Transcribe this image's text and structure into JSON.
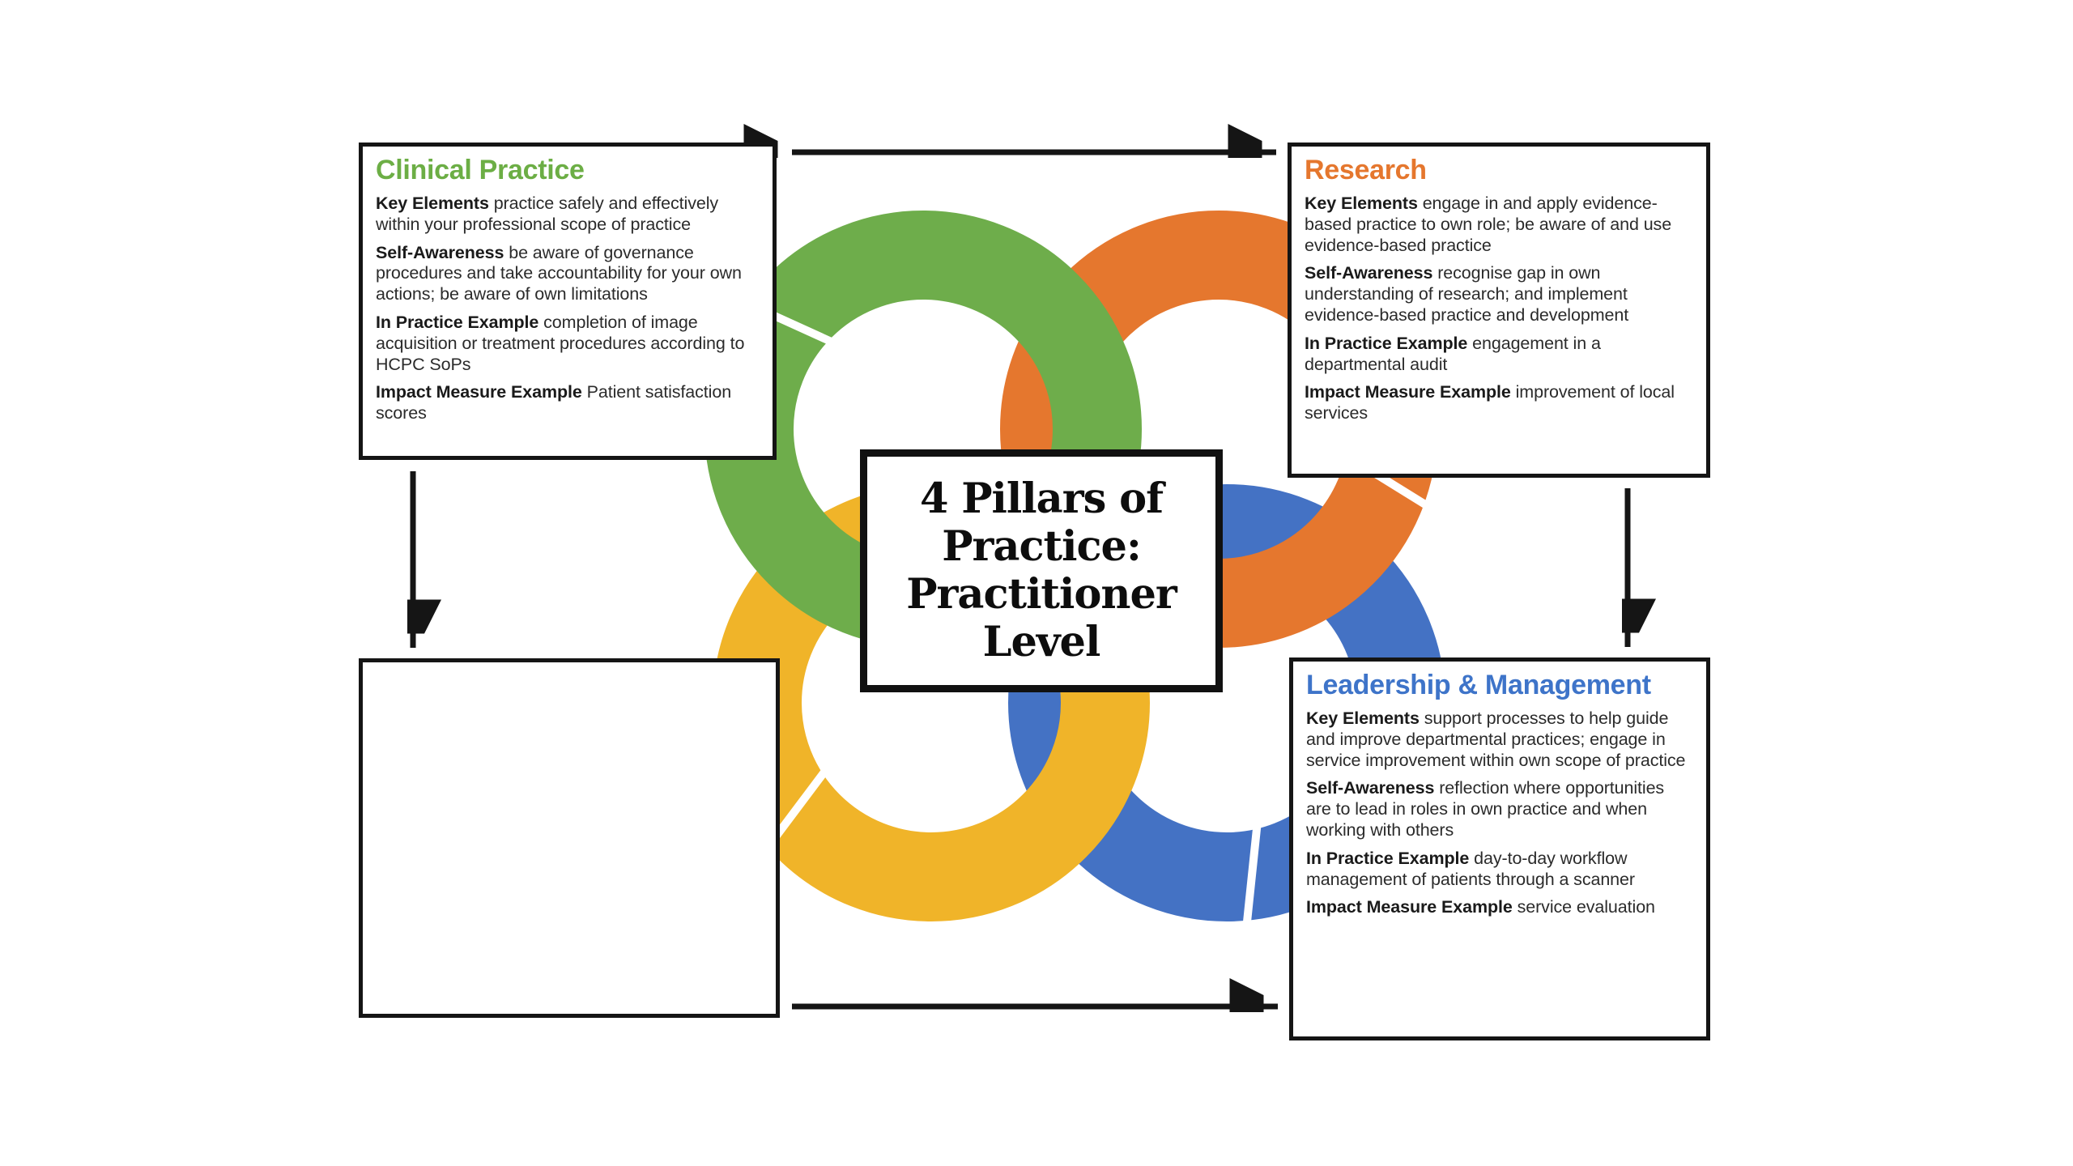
{
  "diagram_title": "4 Pillars of Practice: Practitioner Level",
  "title_box": {
    "lines": [
      "4 Pillars of",
      "Practice:",
      "Practitioner",
      "Level"
    ]
  },
  "palette": {
    "ring_green": "#6EAD4B",
    "ring_orange": "#E5772E",
    "ring_yellow": "#F0B429",
    "ring_blue": "#4472C4",
    "heading_green": "#6CAE45",
    "heading_orange": "#E5772E",
    "heading_blue": "#3E74C9",
    "line_black": "#151515"
  },
  "boxes": {
    "clinical": {
      "title": "Clinical Practice",
      "paragraphs": [
        {
          "lead": "Key Elements",
          "text": "practice safely and effectively within your professional scope of practice"
        },
        {
          "lead": "Self-Awareness",
          "text": "be aware of governance procedures and take accountability for your own actions; be aware of own limitations"
        },
        {
          "lead": "In Practice Example",
          "text": "completion of image acquisition or treatment procedures according to HCPC SoPs"
        },
        {
          "lead": "Impact Measure Example",
          "text": "Patient satisfaction scores"
        }
      ]
    },
    "research": {
      "title": "Research",
      "paragraphs": [
        {
          "lead": "Key Elements",
          "text": "engage in and apply evidence-based practice to own role; be aware of and use evidence-based practice"
        },
        {
          "lead": "Self-Awareness",
          "text": "recognise gap in own understanding of research; and implement evidence-based practice and development"
        },
        {
          "lead": "In Practice Example",
          "text": "engagement in a departmental audit"
        },
        {
          "lead": "Impact Measure Example",
          "text": "improvement of local services"
        }
      ]
    },
    "leadership": {
      "title": "Leadership & Management",
      "paragraphs": [
        {
          "lead": "Key Elements",
          "text": "support processes to help guide and improve departmental practices; engage in service improvement within own scope of practice"
        },
        {
          "lead": "Self-Awareness",
          "text": "reflection where opportunities are to lead in roles in own practice and when working with others"
        },
        {
          "lead": "In Practice Example",
          "text": "day-to-day workflow management of patients through a scanner"
        },
        {
          "lead": "Impact Measure Example",
          "text": "service evaluation"
        }
      ]
    },
    "empty": {
      "title": ""
    }
  }
}
